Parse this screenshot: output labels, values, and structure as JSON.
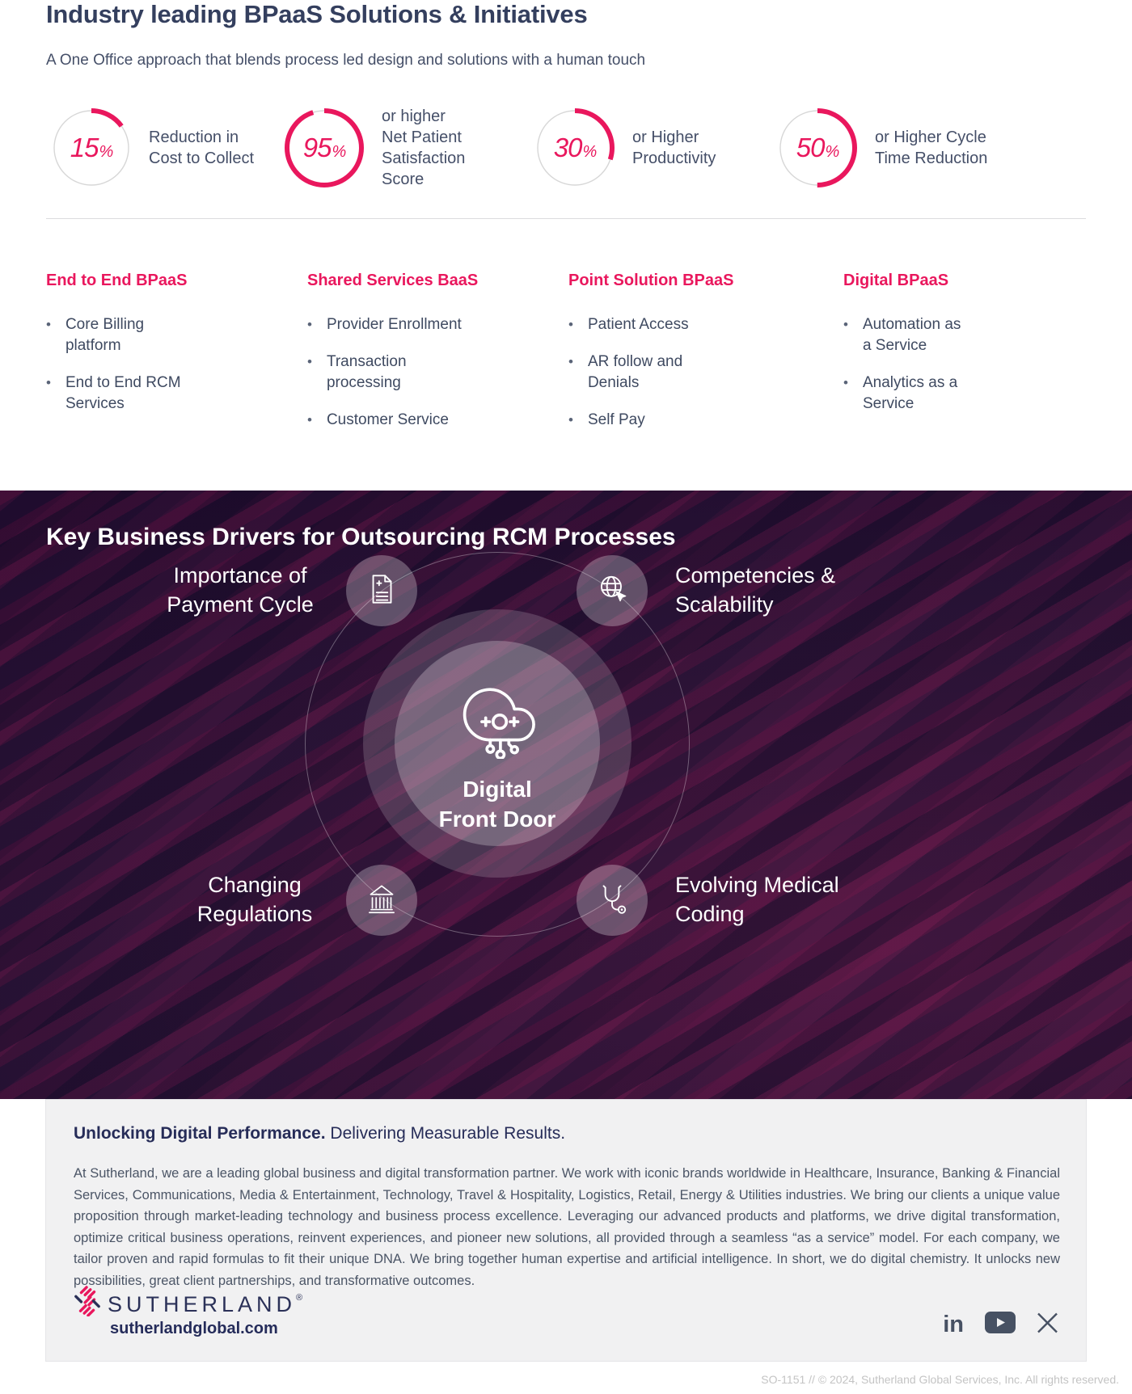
{
  "colors": {
    "pink": "#e9175d",
    "navy": "#343f5e",
    "slate": "#454f68",
    "dark_bg": "#2b1538",
    "gray_box": "#f1f1f2",
    "icon_gray": "#475163"
  },
  "hero": {
    "title": "Industry leading BPaaS Solutions & Initiatives",
    "subtitle": "A One Office approach that blends process led design and solutions with a human touch",
    "stats": [
      {
        "value": "15",
        "unit": "%",
        "pct": 15,
        "label": "Reduction in\nCost to Collect"
      },
      {
        "value": "95",
        "unit": "%",
        "pct": 95,
        "label": "or higher\nNet Patient\nSatisfaction\nScore"
      },
      {
        "value": "30",
        "unit": "%",
        "pct": 30,
        "label": "or Higher\nProductivity"
      },
      {
        "value": "50",
        "unit": "%",
        "pct": 50,
        "label": "or Higher Cycle\nTime Reduction"
      }
    ]
  },
  "solutions": {
    "columns": [
      {
        "heading": "End to End BPaaS",
        "items": [
          "Core Billing\nplatform",
          "End to End RCM\nServices"
        ]
      },
      {
        "heading": "Shared Services BaaS",
        "items": [
          "Provider Enrollment",
          "Transaction\nprocessing",
          "Customer Service"
        ]
      },
      {
        "heading": "Point Solution BPaaS",
        "items": [
          "Patient Access",
          "AR follow and\nDenials",
          "Self Pay"
        ]
      },
      {
        "heading": "Digital BPaaS",
        "items": [
          "Automation as\na Service",
          "Analytics as a\nService"
        ]
      }
    ]
  },
  "drivers": {
    "heading": "Key Business Drivers for Outsourcing RCM Processes",
    "center": {
      "icon": "cloud-network-icon",
      "label": "Digital\nFront Door"
    },
    "nodes": [
      {
        "icon": "document-plus-icon",
        "label": "Importance of\nPayment Cycle"
      },
      {
        "icon": "globe-cursor-icon",
        "label": "Competencies &\nScalability"
      },
      {
        "icon": "bank-icon",
        "label": "Changing\nRegulations"
      },
      {
        "icon": "stethoscope-icon",
        "label": "Evolving Medical\nCoding"
      }
    ]
  },
  "about": {
    "heading_bold": "Unlocking Digital Performance.",
    "heading_regular": " Delivering Measurable Results.",
    "body": "At Sutherland, we are a leading global business and digital transformation partner. We work with iconic brands worldwide in Healthcare, Insurance, Banking & Financial Services, Communications, Media & Entertainment, Technology, Travel & Hospitality, Logistics, Retail, Energy & Utilities industries. We bring our clients a unique value proposition through market-leading technology and business process excellence. Leveraging our advanced products and platforms, we drive digital transformation, optimize critical business operations, reinvent experiences, and pioneer new solutions, all provided through a seamless “as a service” model. For each company, we tailor proven and rapid formulas to fit their unique DNA. We bring together human expertise and artificial intelligence. In short, we do digital chemistry. It unlocks new possibilities, great client partnerships, and transformative outcomes.",
    "brand": {
      "name": "SUTHERLAND",
      "reg": "®",
      "website": "sutherlandglobal.com"
    },
    "social": {
      "linkedin_glyph": "in",
      "icons": [
        "linkedin-icon",
        "youtube-icon",
        "x-icon"
      ]
    }
  },
  "footer": {
    "text": "SO-1151 // © 2024, Sutherland Global Services, Inc. All rights reserved."
  }
}
